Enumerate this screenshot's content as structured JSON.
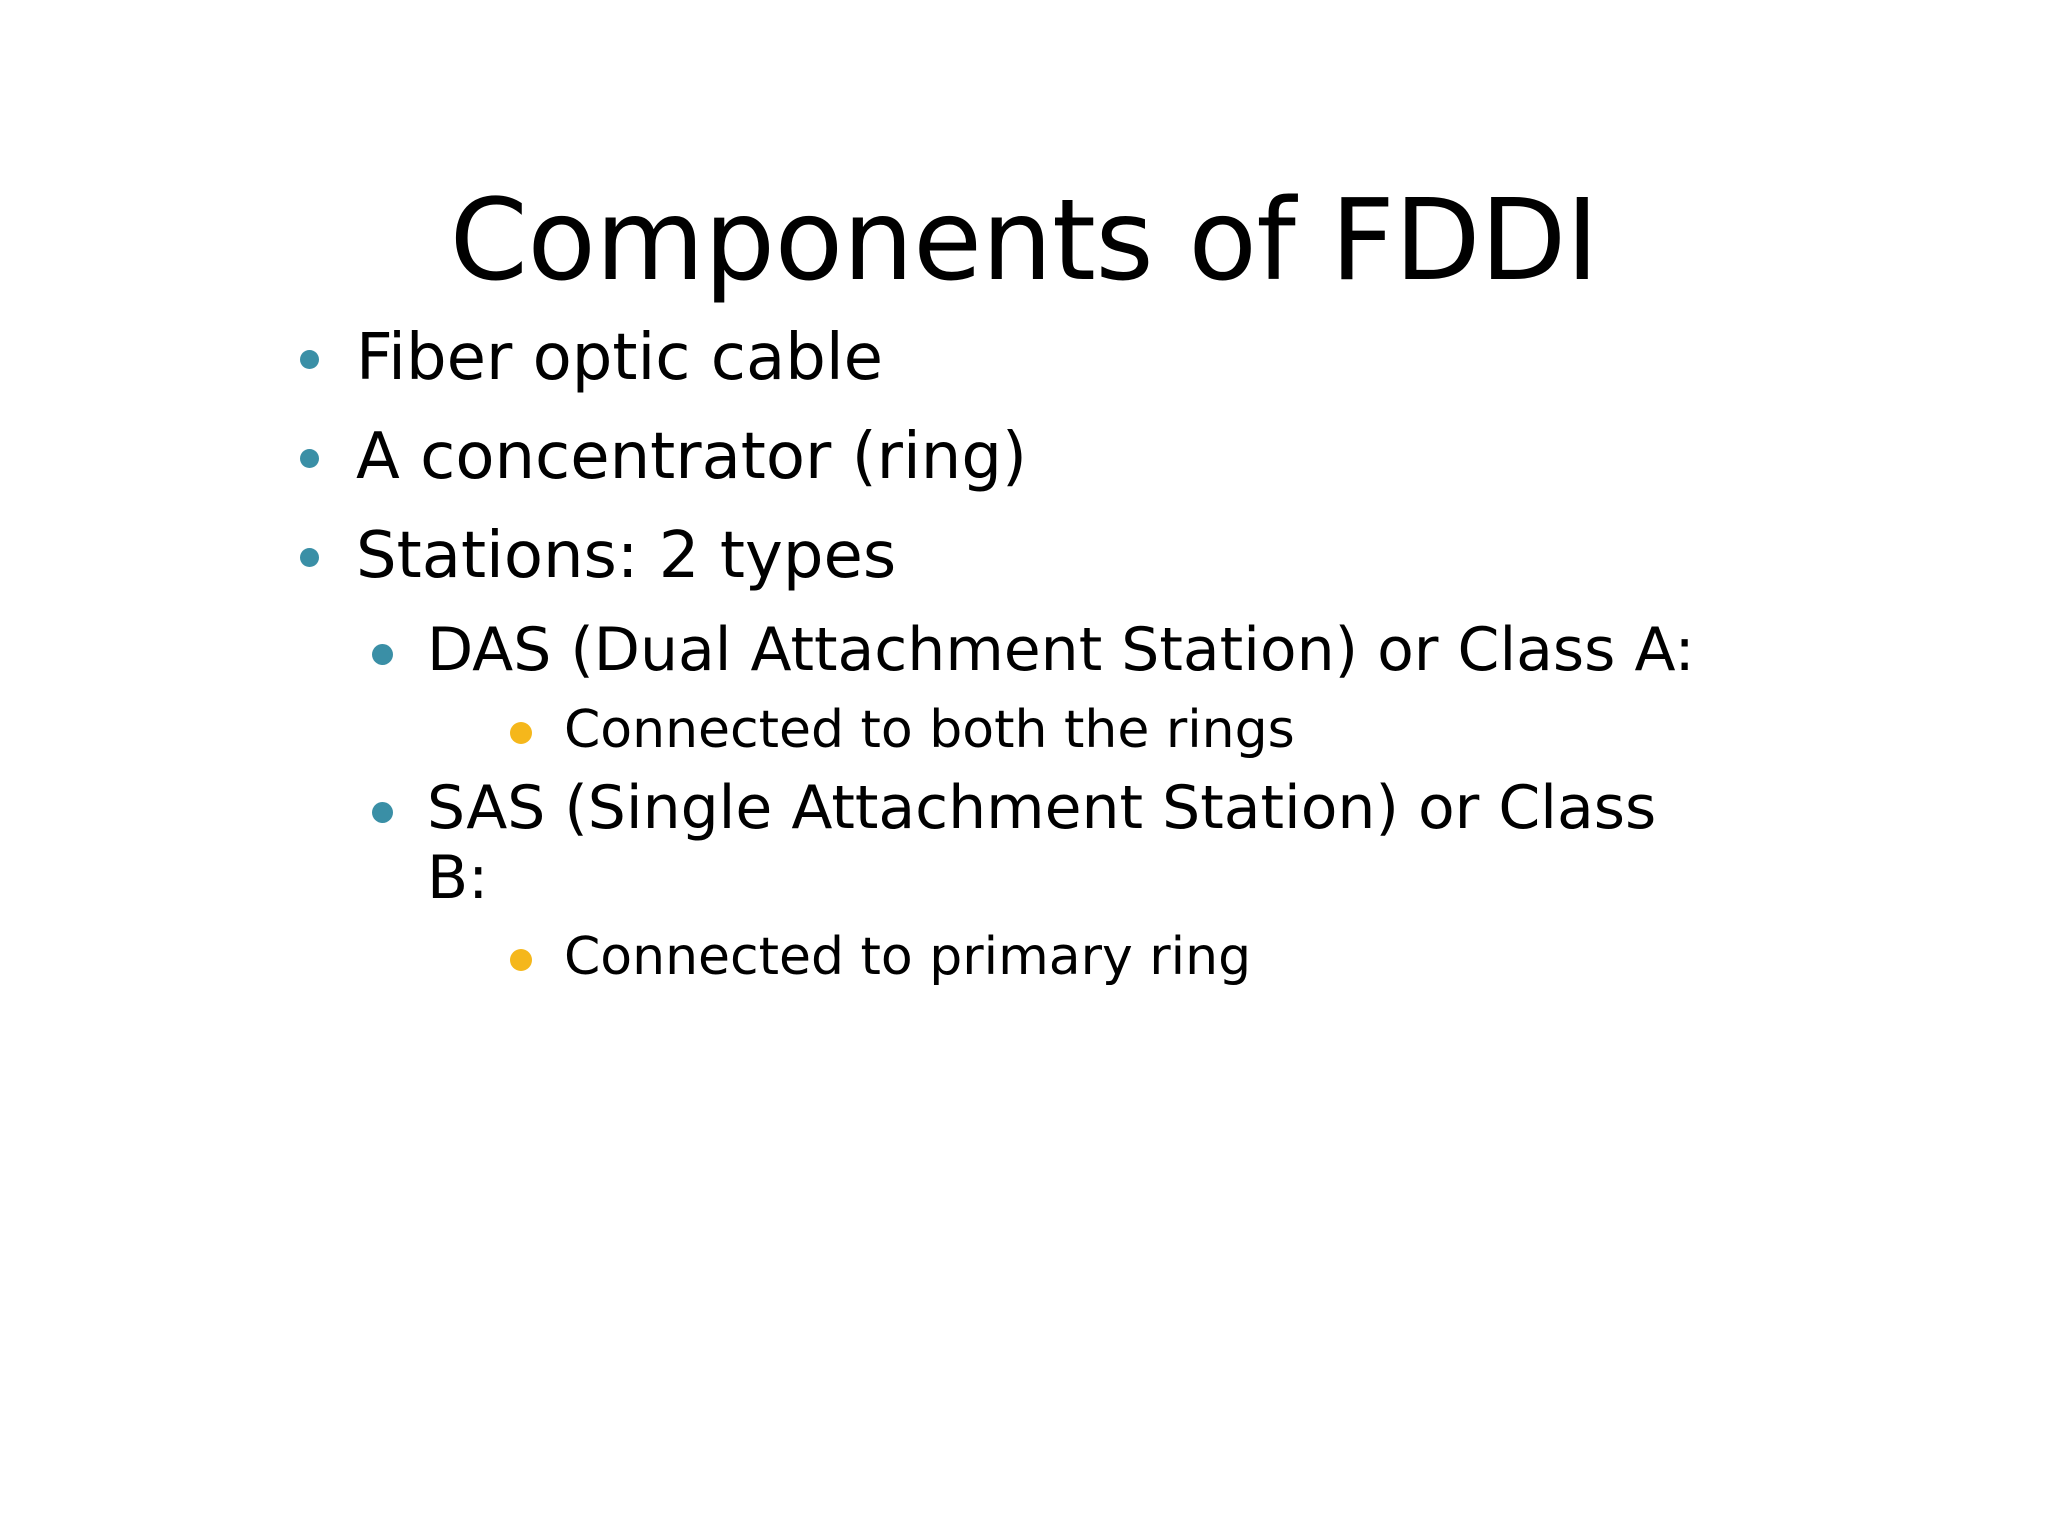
{
  "slide": {
    "title": "Components of FDDI",
    "background_color": "#ffffff",
    "text_color": "#000000",
    "accent_bullet_color": "#3a8fa6",
    "sub_bullet_color": "#f5b71b",
    "bullets": [
      {
        "level": 1,
        "bullet_color": "#3a8fa6",
        "text": "Fiber optic cable"
      },
      {
        "level": 1,
        "bullet_color": "#3a8fa6",
        "text": "A concentrator (ring)"
      },
      {
        "level": 1,
        "bullet_color": "#3a8fa6",
        "text": "Stations: 2 types"
      },
      {
        "level": 2,
        "bullet_color": "#3a8fa6",
        "text": "DAS (Dual Attachment Station) or Class A:"
      },
      {
        "level": 3,
        "bullet_color": "#f5b71b",
        "text": "Connected to both the rings"
      },
      {
        "level": 2,
        "bullet_color": "#3a8fa6",
        "text": "SAS (Single Attachment Station) or Class B:"
      },
      {
        "level": 3,
        "bullet_color": "#f5b71b",
        "text": "Connected to primary ring"
      }
    ]
  }
}
